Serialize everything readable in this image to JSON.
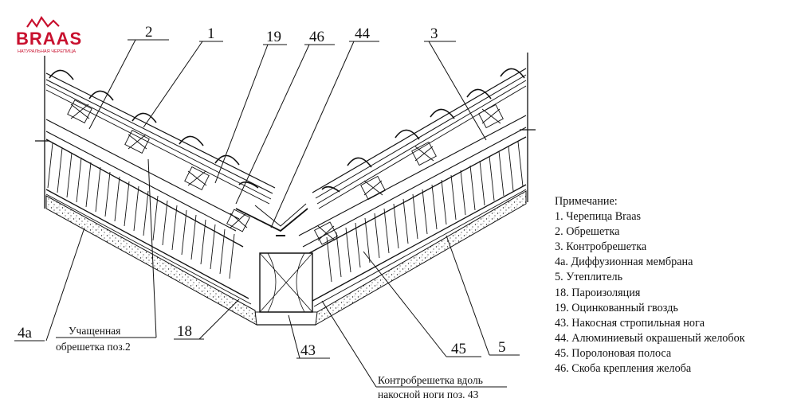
{
  "logo": {
    "brand": "BRAAS",
    "tagline": "НАТУРАЛЬНАЯ ЧЕРЕПИЦА",
    "brand_color": "#c8102e"
  },
  "callouts": {
    "c2": "2",
    "c1": "1",
    "c19": "19",
    "c46": "46",
    "c44": "44",
    "c3": "3",
    "c4a": "4a",
    "c18": "18",
    "c43": "43",
    "c45": "45",
    "c5": "5"
  },
  "annotations": {
    "batten_line1": "Учащенная",
    "batten_line2": "обрешетка поз.2",
    "counter_line1": "Контробрешетка вдоль",
    "counter_line2": "накосной ноги поз. 43"
  },
  "legend": {
    "title": "Примечание:",
    "items": [
      "1. Черепица Braas",
      "2. Обрешетка",
      "3. Контробрешетка",
      "4а. Диффузионная мембрана",
      "5. Утеплитель",
      "18. Пароизоляция",
      "19. Оцинкованный гвоздь",
      "43. Накосная стропильная нога",
      "44. Алюминиевый окрашеный желобок",
      "45. Поролоновая полоса",
      "46. Скоба крепления желоба"
    ]
  }
}
